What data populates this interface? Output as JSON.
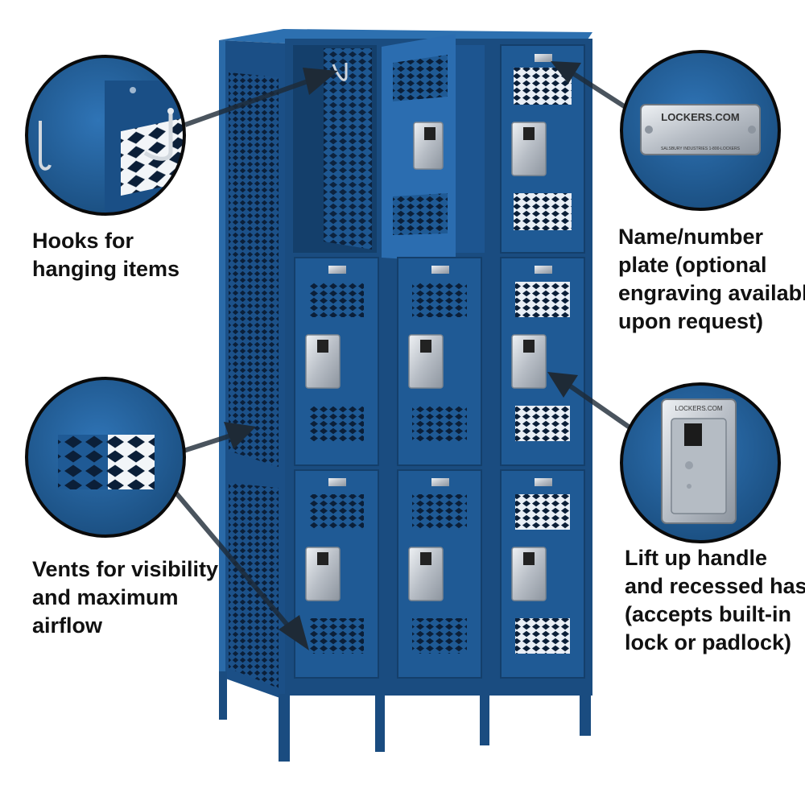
{
  "colors": {
    "locker_blue": "#1f5a95",
    "locker_dark": "#143f6b",
    "locker_light": "#3178bb",
    "vent_dark": "#0b1f38",
    "steel": "#c9ced4",
    "arrow": "#1e2a36",
    "circle_border": "#0a0a0a"
  },
  "product": {
    "columns": 3,
    "tiers": 3,
    "plate_text": "LOCKERS.COM",
    "plate_subtext": "SALSBURY INDUSTRIES   1-800-LOCKERS",
    "handle_text": "LOCKERS.COM"
  },
  "callouts": {
    "hooks": {
      "lines": [
        "Hooks for",
        "hanging items"
      ]
    },
    "vents": {
      "lines": [
        "Vents for visibility",
        "and maximum",
        "airflow"
      ]
    },
    "plate": {
      "lines": [
        "Name/number",
        "plate (optional",
        "engraving available",
        "upon request)"
      ]
    },
    "handle": {
      "lines": [
        "Lift up handle",
        "and recessed hasp",
        "(accepts built-in",
        "lock or padlock)"
      ]
    }
  }
}
